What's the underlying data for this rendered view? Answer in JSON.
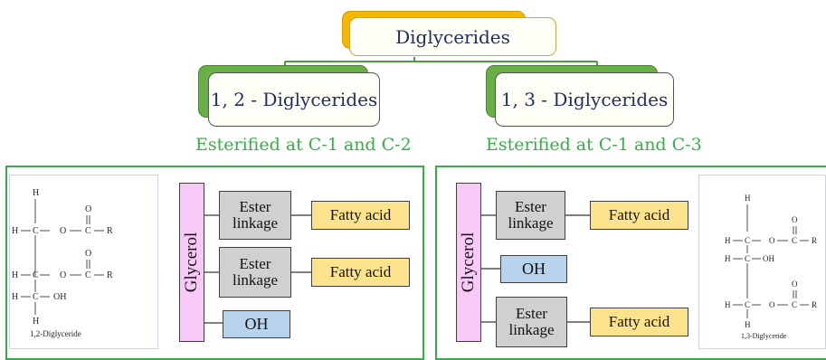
{
  "root": {
    "label": "Diglycerides"
  },
  "branches": [
    {
      "label": "1, 2 - Diglycerides",
      "caption": "Esterified at C-1 and C-2"
    },
    {
      "label": "1, 3 - Diglycerides",
      "caption": "Esterified at C-1 and C-3"
    }
  ],
  "panel_left": {
    "glycerol": "Glycerol",
    "ester_1": "Ester linkage",
    "ester_2": "Ester linkage",
    "fatty_1": "Fatty acid",
    "fatty_2": "Fatty acid",
    "oh": "OH",
    "structure_caption": "1,2-Diglyceride"
  },
  "panel_right": {
    "glycerol": "Glycerol",
    "ester_1": "Ester linkage",
    "ester_2": "Ester linkage",
    "fatty_1": "Fatty acid",
    "fatty_2": "Fatty acid",
    "oh": "OH",
    "structure_caption": "1,3-Diglyceride"
  },
  "chem": {
    "H": "H",
    "C": "C",
    "O": "O",
    "R": "R",
    "OH": "OH",
    "dbl_O": "O"
  },
  "colors": {
    "green": "#3aab49",
    "root_accent": "#f5b800",
    "glycerol": "#f8c8f6",
    "ester": "#d0d0d0",
    "fatty": "#fde38e",
    "oh": "#b8d3ee"
  }
}
